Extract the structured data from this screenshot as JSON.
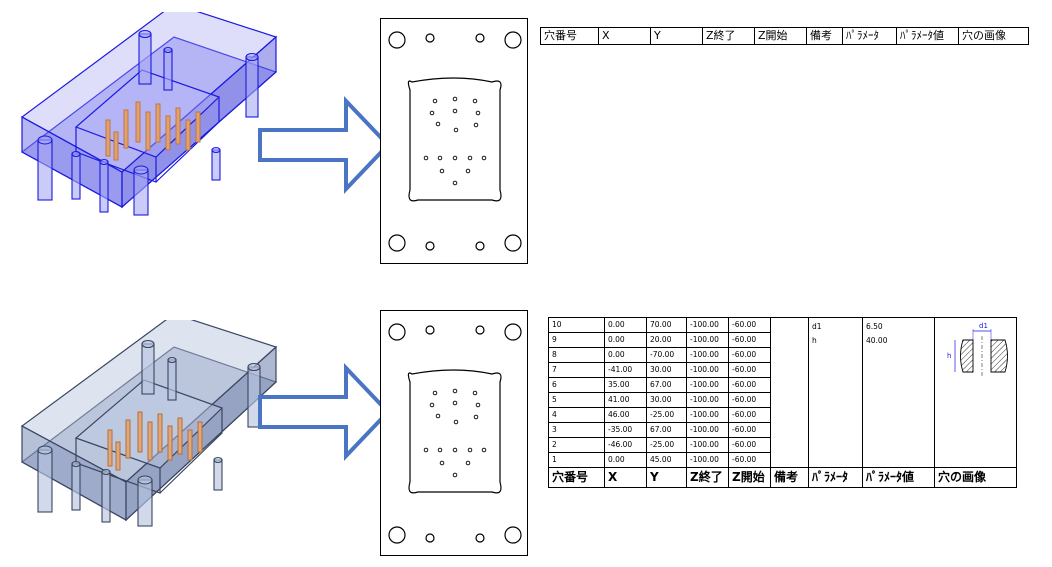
{
  "colors": {
    "mold_blue_fill": "#8c8cf0",
    "mold_blue_stroke": "#1a1ae0",
    "mold_gray_fill": "#9aa8c8",
    "mold_gray_stroke": "#3a4660",
    "arrow_stroke": "#4a74c4",
    "pin_orange": "#e0a070"
  },
  "header_table": {
    "columns": [
      "穴番号",
      "X",
      "Y",
      "Z終了",
      "Z開始",
      "備考",
      "ﾊﾟﾗﾒｰﾀ",
      "ﾊﾟﾗﾒｰﾀ値",
      "穴の画像"
    ]
  },
  "hole_table": {
    "rows": [
      {
        "no": "10",
        "x": "0.00",
        "y": "70.00",
        "z_end": "-100.00",
        "z_start": "-60.00"
      },
      {
        "no": "9",
        "x": "0.00",
        "y": "20.00",
        "z_end": "-100.00",
        "z_start": "-60.00"
      },
      {
        "no": "8",
        "x": "0.00",
        "y": "-70.00",
        "z_end": "-100.00",
        "z_start": "-60.00"
      },
      {
        "no": "7",
        "x": "-41.00",
        "y": "30.00",
        "z_end": "-100.00",
        "z_start": "-60.00"
      },
      {
        "no": "6",
        "x": "35.00",
        "y": "67.00",
        "z_end": "-100.00",
        "z_start": "-60.00"
      },
      {
        "no": "5",
        "x": "41.00",
        "y": "30.00",
        "z_end": "-100.00",
        "z_start": "-60.00"
      },
      {
        "no": "4",
        "x": "46.00",
        "y": "-25.00",
        "z_end": "-100.00",
        "z_start": "-60.00"
      },
      {
        "no": "3",
        "x": "-35.00",
        "y": "67.00",
        "z_end": "-100.00",
        "z_start": "-60.00"
      },
      {
        "no": "2",
        "x": "-46.00",
        "y": "-25.00",
        "z_end": "-100.00",
        "z_start": "-60.00"
      },
      {
        "no": "1",
        "x": "0.00",
        "y": "45.00",
        "z_end": "-100.00",
        "z_start": "-60.00"
      }
    ],
    "parameters": [
      {
        "name": "d1",
        "value": "6.50"
      },
      {
        "name": "h",
        "value": "40.00"
      }
    ],
    "image_labels": {
      "d1": "d1",
      "h": "h"
    },
    "footer": [
      "穴番号",
      "X",
      "Y",
      "Z終了",
      "Z開始",
      "備考",
      "ﾊﾟﾗﾒｰﾀ",
      "ﾊﾟﾗﾒｰﾀ値",
      "穴の画像"
    ]
  }
}
